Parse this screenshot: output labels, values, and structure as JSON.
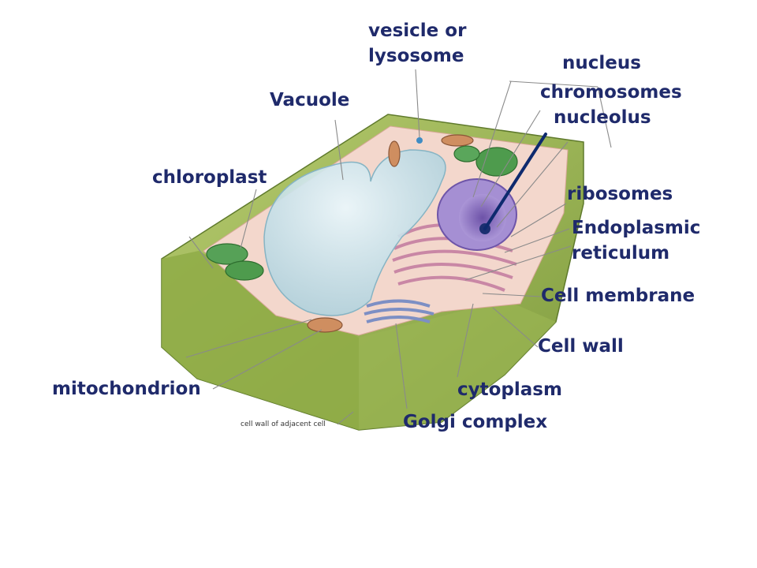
{
  "labels": {
    "vesicle_line1": "vesicle or",
    "vesicle_line2": "lysosome",
    "nucleus": "nucleus",
    "chromosomes": "chromosomes",
    "nucleolus": "nucleolus",
    "vacuole": "Vacuole",
    "chloroplast": "chloroplast",
    "ribosomes": "ribosomes",
    "er_line1": "Endoplasmic",
    "er_line2": "reticulum",
    "cell_membrane": "Cell membrane",
    "cell_wall": "Cell wall",
    "mitochondrion": "mitochondrion",
    "cytoplasm": "cytoplasm",
    "golgi": "Golgi complex",
    "adjacent_wall": "cell wall of adjacent cell"
  },
  "colors": {
    "label_text": "#1f2a6b",
    "cell_wall": "#9db555",
    "cell_wall_dark": "#6f8a36",
    "cytoplasm": "#f1d3c8",
    "vacuole": "#c9e4ee",
    "nucleus": "#8c72c2",
    "chloroplast": "#4e9b4d",
    "mitochondrion": "#c98a5c",
    "golgi": "#7d8fc4",
    "er": "#c07a9e",
    "pointer": "#0e2a6e"
  }
}
